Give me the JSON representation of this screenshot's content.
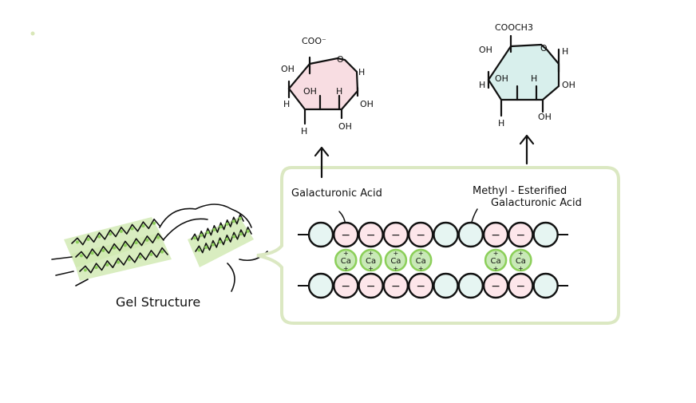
{
  "labels": {
    "gel_structure": "Gel Structure",
    "galacturonic_acid": "Galacturonic Acid",
    "methyl_line1": "Methyl - Esterified",
    "methyl_line2": "Galacturonic Acid"
  },
  "galacturonic_molecule": {
    "top_group": "COO⁻",
    "ring_o": "O",
    "left_oh": "OH",
    "left_h": "H",
    "inner_oh": "OH",
    "inner_h": "H",
    "right_h": "H",
    "right_oh": "OH",
    "bottom_h": "H",
    "bottom_oh": "OH"
  },
  "methyl_molecule": {
    "top_group": "COOCH3",
    "ring_o": "O",
    "left_oh": "OH",
    "left_h": "H",
    "inner_oh": "OH",
    "inner_h": "H",
    "right_h": "H",
    "right_oh": "OH",
    "bottom_h": "H",
    "bottom_oh": "OH"
  },
  "chain": {
    "bead_pattern": [
      "methyl",
      "acid",
      "acid",
      "acid",
      "acid",
      "methyl",
      "methyl",
      "acid",
      "acid",
      "methyl"
    ],
    "calcium_positions": [
      1,
      2,
      3,
      4,
      7,
      8
    ],
    "calcium_label": "Ca",
    "charge_minus": "−",
    "charge_plus": "+"
  },
  "colors": {
    "acid": "#fde6ea",
    "methyl": "#e6f5f2",
    "calcium": "#c9e9b8",
    "calcium_ring": "#8ccf5a",
    "frame": "#dbe8c2",
    "gel": "#cfe8b0"
  }
}
